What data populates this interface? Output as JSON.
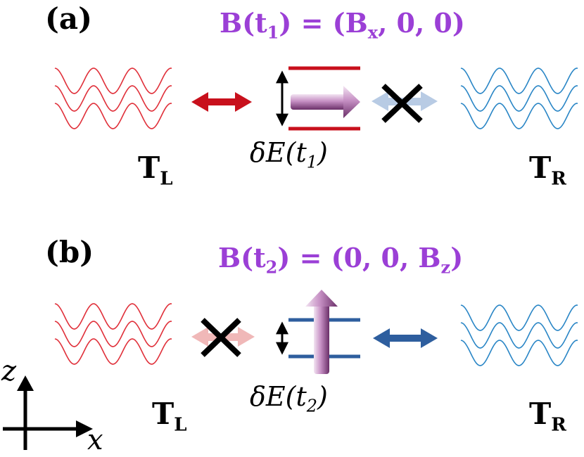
{
  "colors": {
    "left_bath": "#e0303a",
    "right_bath": "#2a86c6",
    "left_arrow": "#c8101c",
    "right_arrow": "#2e5e9e",
    "blocked_left": "#f0b8b8",
    "blocked_right": "#b8cbe4",
    "field_text": "#9b3fd6",
    "spin_arrow": "#a060a0",
    "level_a": "#c8101c",
    "level_b": "#2e5e9e"
  },
  "panel_a": {
    "label": "(a)",
    "field": {
      "lhs": "B(t",
      "lhs_sub": "1",
      "rhs": ") = (B",
      "rhs_sub": "x",
      "tail": ", 0, 0)"
    },
    "splitting": {
      "pre": "δE(t",
      "sub": "1",
      "post": ")"
    },
    "bath_left": {
      "main": "T",
      "sub": "L"
    },
    "bath_right": {
      "main": "T",
      "sub": "R"
    },
    "coupled_side": "left",
    "blocked_side": "right"
  },
  "panel_b": {
    "label": "(b)",
    "field": {
      "lhs": "B(t",
      "lhs_sub": "2",
      "rhs": ") = (0, 0, B",
      "rhs_sub": "z",
      "tail": ")"
    },
    "splitting": {
      "pre": "δE(t",
      "sub": "2",
      "post": ")"
    },
    "bath_left": {
      "main": "T",
      "sub": "L"
    },
    "bath_right": {
      "main": "T",
      "sub": "R"
    },
    "coupled_side": "right",
    "blocked_side": "left"
  },
  "axes": {
    "vertical": "z",
    "horizontal": "x"
  }
}
